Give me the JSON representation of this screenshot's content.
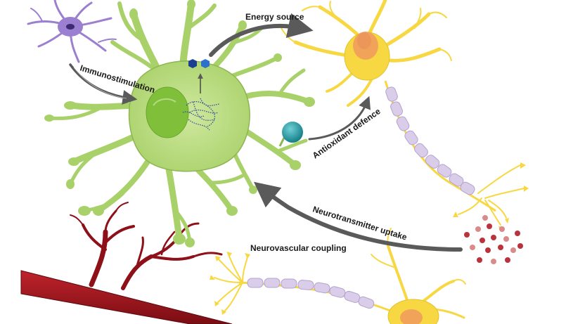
{
  "labels": {
    "energy_source": "Energy source",
    "immunostimulation": "Immunostimulation",
    "antioxidant_defence": "Antioxidant defence",
    "neurotransmitter_uptake": "Neurotransmitter uptake",
    "neurovascular_coupling": "Neurovascular coupling"
  },
  "colors": {
    "astrocyte_fill": "#b6d97a",
    "astrocyte_stroke": "#8db552",
    "nucleus": "#7fbf3a",
    "microglia": "#9b7fd0",
    "neuron_body": "#f7d843",
    "neuron_nucleus": "#f2a35a",
    "myelin": "#d9cde9",
    "vessel": "#a3141c",
    "vessel_dark": "#6e0b12",
    "sphere": "#1f9aa3",
    "molecule": "#1d3f8f",
    "arrow": "#5a5a5a",
    "vesicle": "#b8333b"
  }
}
